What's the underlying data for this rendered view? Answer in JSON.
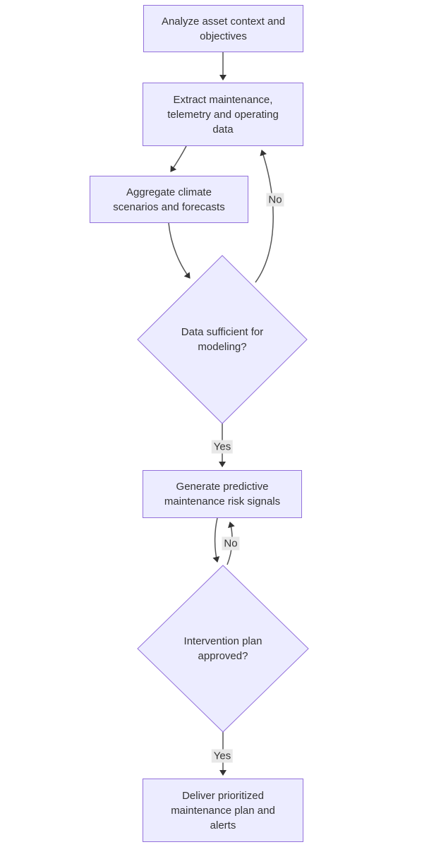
{
  "diagram": {
    "type": "flowchart",
    "direction": "top-down",
    "colors": {
      "background": "#ffffff",
      "node_fill": "#ececff",
      "node_border": "#9370db",
      "node_text": "#333333",
      "edge_line": "#555555",
      "arrowhead": "#333333",
      "edge_label_bg": "#e8e8e8",
      "edge_label_text": "#333333"
    },
    "nodes": {
      "analyze": {
        "shape": "rectangle",
        "label": "Analyze asset context and\nobjectives"
      },
      "extract": {
        "shape": "rectangle",
        "label": "Extract maintenance,\ntelemetry and operating\ndata"
      },
      "aggregate": {
        "shape": "rectangle",
        "label": "Aggregate climate\nscenarios and forecasts"
      },
      "data_sufficient": {
        "shape": "diamond",
        "label": "Data sufficient for\nmodeling?"
      },
      "generate": {
        "shape": "rectangle",
        "label": "Generate predictive\nmaintenance risk signals"
      },
      "approved": {
        "shape": "diamond",
        "label": "Intervention plan\napproved?"
      },
      "deliver": {
        "shape": "rectangle",
        "label": "Deliver prioritized\nmaintenance plan and\nalerts"
      }
    },
    "edges": [
      {
        "from": "analyze",
        "to": "extract",
        "label": ""
      },
      {
        "from": "extract",
        "to": "aggregate",
        "label": ""
      },
      {
        "from": "aggregate",
        "to": "data_sufficient",
        "label": ""
      },
      {
        "from": "data_sufficient",
        "to": "extract",
        "label": "No"
      },
      {
        "from": "data_sufficient",
        "to": "generate",
        "label": "Yes"
      },
      {
        "from": "generate",
        "to": "approved",
        "label": ""
      },
      {
        "from": "approved",
        "to": "generate",
        "label": "No"
      },
      {
        "from": "approved",
        "to": "deliver",
        "label": "Yes"
      }
    ]
  }
}
